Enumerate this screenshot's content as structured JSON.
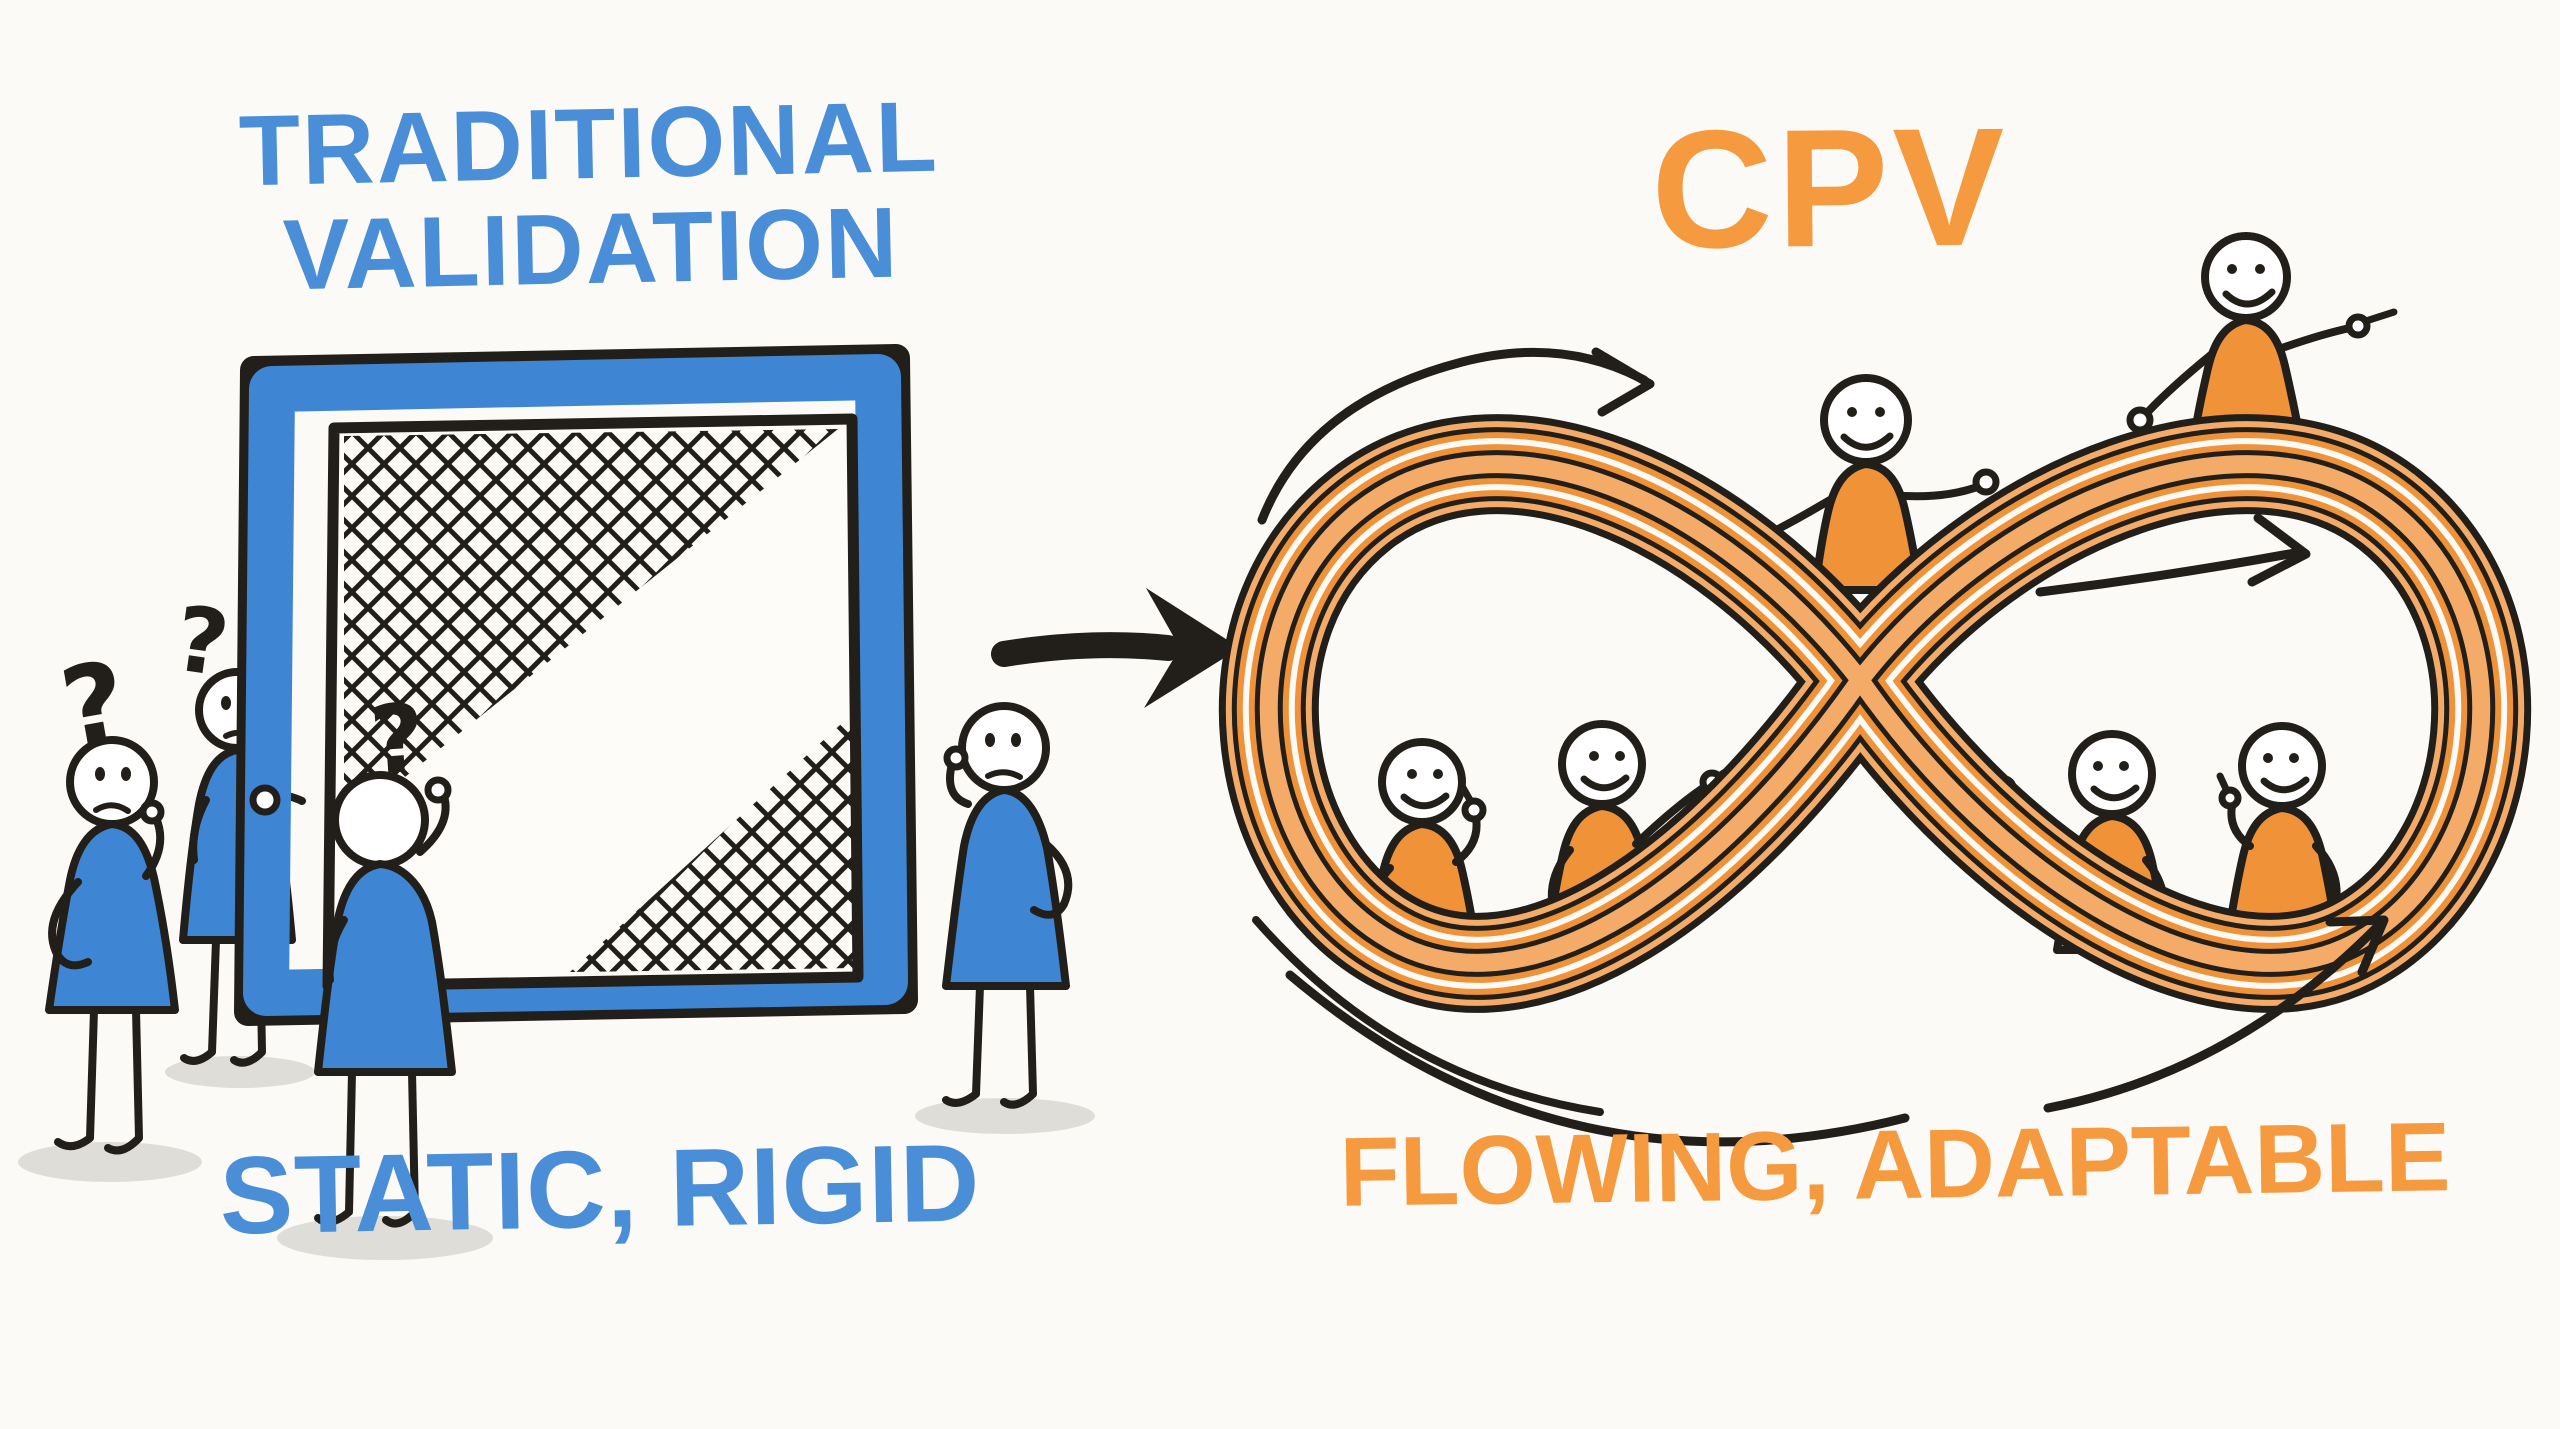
{
  "page": {
    "background": "#fbfaf6"
  },
  "colors": {
    "ink": "#221f1b",
    "blue": "#3e86d3",
    "blue_dark": "#2d6db8",
    "blue_text": "#4a8ed8",
    "orange": "#f09238",
    "orange_light": "#f4ab68",
    "orange_text": "#f59a3f",
    "page_bg": "#fbfaf6",
    "shadow": "#d6d3ce"
  },
  "left_panel": {
    "title_line1": "TRADITIONAL",
    "title_line2": "VALIDATION",
    "caption": "STATIC, RIGID",
    "question_mark": "?"
  },
  "right_panel": {
    "title": "CPV",
    "caption": "FLOWING, ADAPTABLE"
  }
}
